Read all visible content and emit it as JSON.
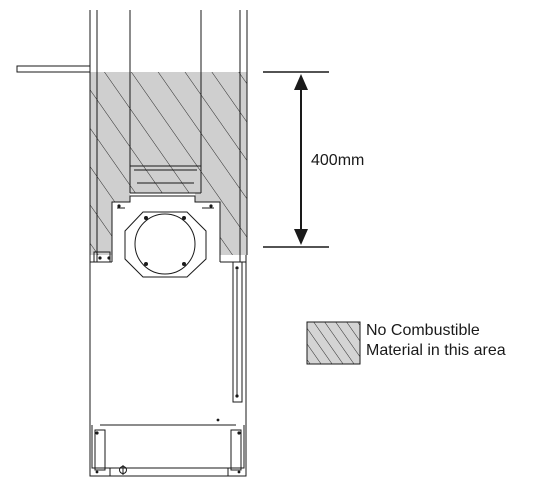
{
  "dimension": {
    "label": "400mm"
  },
  "legend": {
    "line1": "No Combustible",
    "line2": "Material in this area",
    "swatch_pattern": "diagonal-hatch"
  },
  "colors": {
    "line": "#1a1a1a",
    "hatch_fill": "#cfcfcf",
    "hatch_line": "#2a2a2a",
    "background": "#ffffff"
  }
}
